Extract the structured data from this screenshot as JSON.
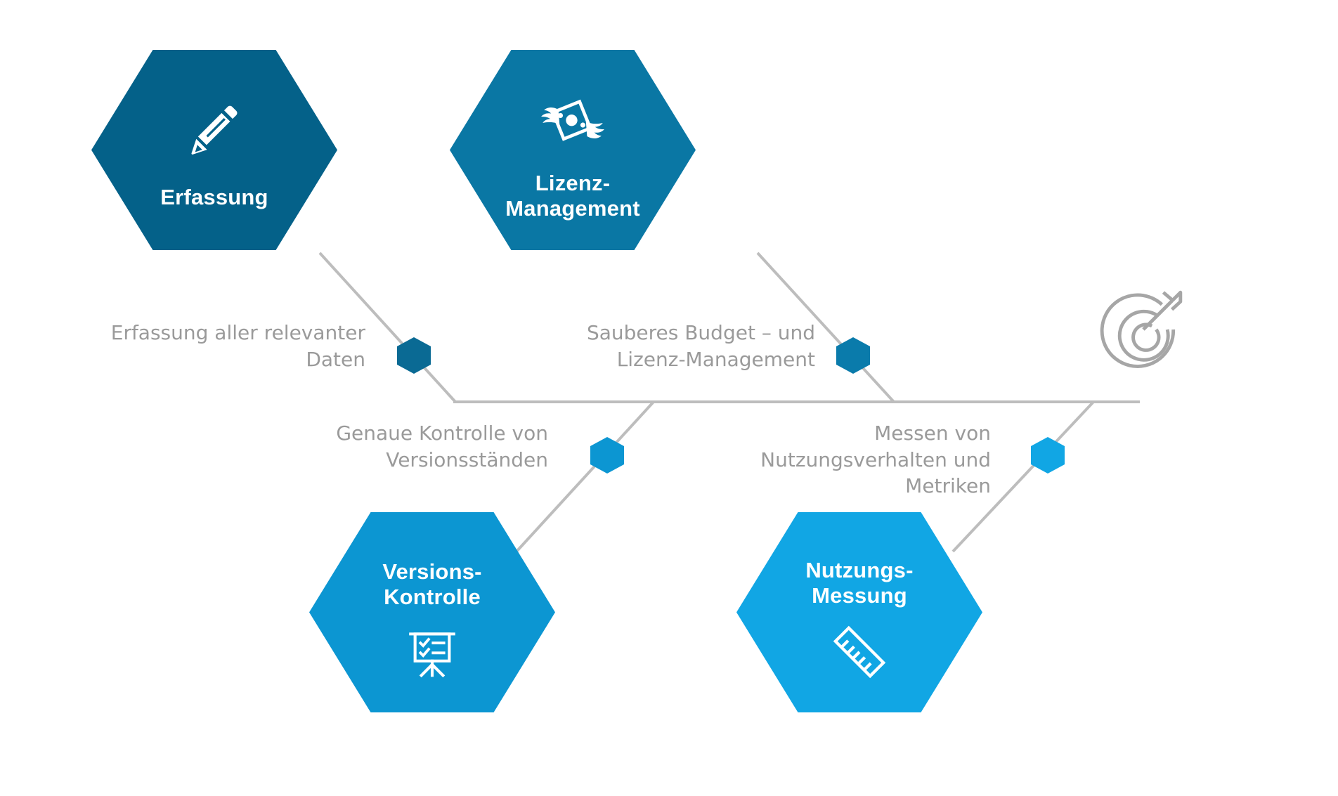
{
  "diagram": {
    "type": "fishbone-process",
    "background_color": "#ffffff",
    "spine_color": "#bdbdbd",
    "caption_color": "#9a9a9a",
    "nodes": [
      {
        "id": "erfassung",
        "title": "Erfassung",
        "icon": "pen-icon",
        "color": "#046189",
        "position": "top-left",
        "caption": "Erfassung aller relevanter\nDaten",
        "bullet_color": "#0A6A94"
      },
      {
        "id": "lizenz-management",
        "title": "Lizenz-\nManagement",
        "icon": "flying-money-icon",
        "color": "#0A77A4",
        "position": "top-right",
        "caption": "Sauberes Budget – und\nLizenz-Management",
        "bullet_color": "#0A7BAB"
      },
      {
        "id": "versions-kontrolle",
        "title": "Versions-\nKontrolle",
        "icon": "presentation-checklist-icon",
        "color": "#0C96D2",
        "position": "bottom-left",
        "caption": "Genaue Kontrolle von\nVersionsständen",
        "bullet_color": "#0C96D2"
      },
      {
        "id": "nutzungs-messung",
        "title": "Nutzungs-\nMessung",
        "icon": "ruler-icon",
        "color": "#11A6E4",
        "position": "bottom-right",
        "caption": "Messen von\nNutzungsverhalten und\nMetriken",
        "bullet_color": "#11A6E4"
      }
    ],
    "goal": {
      "icon": "target-arrow-icon",
      "color": "#a6a6a6"
    }
  }
}
